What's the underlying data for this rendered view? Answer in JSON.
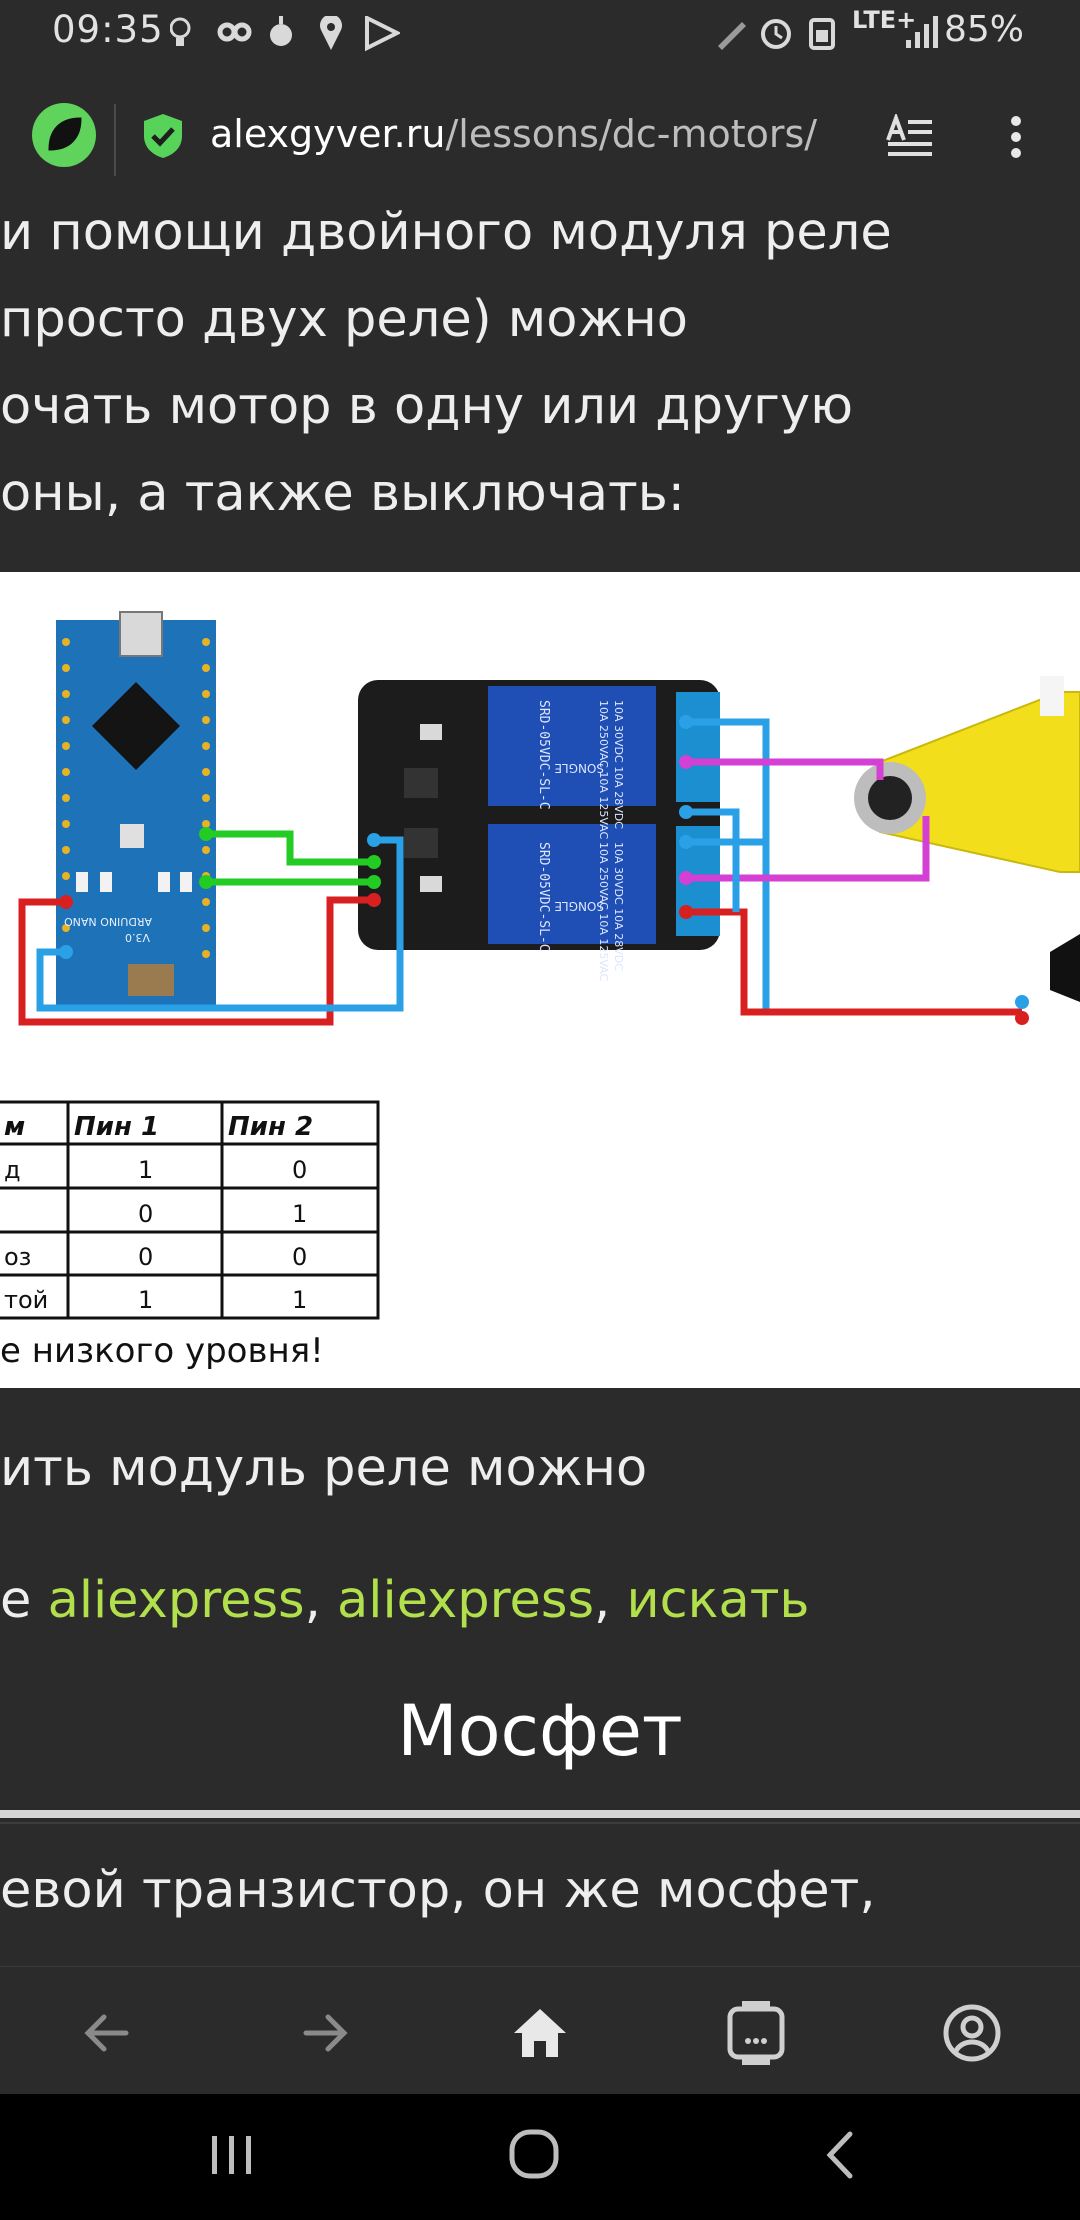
{
  "status": {
    "time": "09:35",
    "network": "LTE+",
    "battery": "85%"
  },
  "browser": {
    "url_domain": "alexgyver.ru",
    "url_path": "/lessons/dc-motors/"
  },
  "article": {
    "paragraph1_lines": [
      "и помощи двойного модуля реле",
      " просто двух реле) можно",
      "очать мотор в одну или другую",
      "оны, а также выключать:"
    ],
    "paragraph2": "ить модуль реле можно",
    "links_prefix": "е ",
    "links": [
      "aliexpress",
      "aliexpress",
      "искать"
    ],
    "link_separator": ", ",
    "heading": "Мосфет",
    "paragraph3": "евой транзистор, он же мосфет,"
  },
  "diagram": {
    "table_headers": [
      "м",
      "Пин 1",
      "Пин 2"
    ],
    "table_rows": [
      [
        "д",
        "1",
        "0"
      ],
      [
        "",
        "0",
        "1"
      ],
      [
        "оз",
        "0",
        "0"
      ],
      [
        "той",
        "1",
        "1"
      ]
    ],
    "caption": "е низкого уровня!",
    "relay_label": "SRD-05VDC-SL-C",
    "relay_spec1": "10A 250VAC 10A 125VAC",
    "relay_spec2": "10A 30VDC 10A 28VDC",
    "relay_brand": "SONGLE",
    "arduino_label": "ARDUINO NANO",
    "arduino_version": "V3.0"
  },
  "colors": {
    "background": "#2b2b2b",
    "link": "#b2df4c",
    "wire_green": "#22cc22",
    "wire_blue": "#2aa0e6",
    "wire_red": "#d92020",
    "wire_magenta": "#d43fd4"
  },
  "icons": {
    "bottom_nav": [
      "back-arrow-icon",
      "forward-arrow-icon",
      "home-icon",
      "tabs-icon",
      "account-icon"
    ],
    "system_nav": [
      "recents-icon",
      "home-circle-icon",
      "system-back-icon"
    ]
  }
}
